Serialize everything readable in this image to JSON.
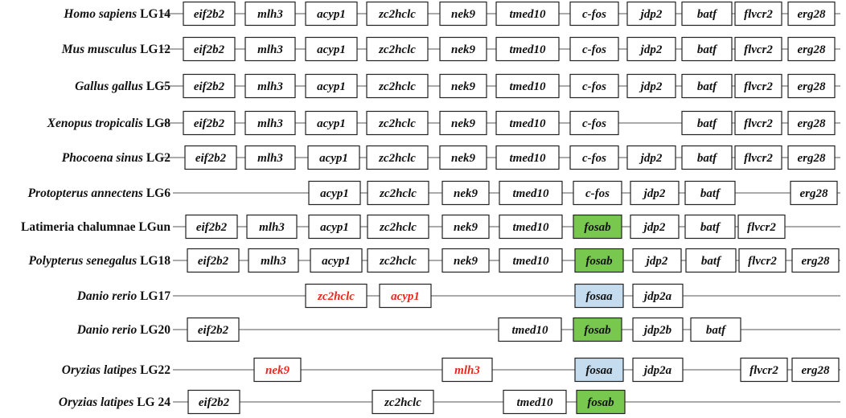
{
  "colors": {
    "text": "#111111",
    "box_default": "#ffffff",
    "box_fosab": "#78c850",
    "box_fosaa": "#c5dcef",
    "text_translocated": "#e8281e"
  },
  "rows": [
    {
      "genus_species": "Homo sapiens",
      "chromosome": "LG14",
      "genes": [
        {
          "name": "eif2b2",
          "style": "default"
        },
        {
          "name": "mlh3",
          "style": "default"
        },
        {
          "name": "acyp1",
          "style": "default"
        },
        {
          "name": "zc2hclc",
          "style": "default"
        },
        {
          "name": "nek9",
          "style": "default"
        },
        {
          "name": "tmed10",
          "style": "default"
        },
        {
          "name": "c-fos",
          "style": "default"
        },
        {
          "name": "jdp2",
          "style": "default"
        },
        {
          "name": "batf",
          "style": "default"
        },
        {
          "name": "flvcr2",
          "style": "default"
        },
        {
          "name": "erg28",
          "style": "default"
        }
      ]
    },
    {
      "genus_species": "Mus musculus",
      "chromosome": "LG12",
      "genes": [
        {
          "name": "eif2b2",
          "style": "default"
        },
        {
          "name": "mlh3",
          "style": "default"
        },
        {
          "name": "acyp1",
          "style": "default"
        },
        {
          "name": "zc2hclc",
          "style": "default"
        },
        {
          "name": "nek9",
          "style": "default"
        },
        {
          "name": "tmed10",
          "style": "default"
        },
        {
          "name": "c-fos",
          "style": "default"
        },
        {
          "name": "jdp2",
          "style": "default"
        },
        {
          "name": "batf",
          "style": "default"
        },
        {
          "name": "flvcr2",
          "style": "default"
        },
        {
          "name": "erg28",
          "style": "default"
        }
      ]
    },
    {
      "genus_species": "Gallus gallus",
      "chromosome": "LG5",
      "genes": [
        {
          "name": "eif2b2",
          "style": "default"
        },
        {
          "name": "mlh3",
          "style": "default"
        },
        {
          "name": "acyp1",
          "style": "default"
        },
        {
          "name": "zc2hclc",
          "style": "default"
        },
        {
          "name": "nek9",
          "style": "default"
        },
        {
          "name": "tmed10",
          "style": "default"
        },
        {
          "name": "c-fos",
          "style": "default"
        },
        {
          "name": "jdp2",
          "style": "default"
        },
        {
          "name": "batf",
          "style": "default"
        },
        {
          "name": "flvcr2",
          "style": "default"
        },
        {
          "name": "erg28",
          "style": "default"
        }
      ]
    },
    {
      "genus_species": "Xenopus tropicalis",
      "chromosome": "LG8",
      "genes": [
        {
          "name": "eif2b2",
          "style": "default"
        },
        {
          "name": "mlh3",
          "style": "default"
        },
        {
          "name": "acyp1",
          "style": "default"
        },
        {
          "name": "zc2hclc",
          "style": "default"
        },
        {
          "name": "nek9",
          "style": "default"
        },
        {
          "name": "tmed10",
          "style": "default"
        },
        {
          "name": "c-fos",
          "style": "default"
        },
        {
          "name": "batf",
          "style": "default"
        },
        {
          "name": "flvcr2",
          "style": "default"
        },
        {
          "name": "erg28",
          "style": "default"
        }
      ]
    },
    {
      "genus_species": "Phocoena sinus",
      "chromosome": "LG2",
      "genes": [
        {
          "name": "eif2b2",
          "style": "default"
        },
        {
          "name": "mlh3",
          "style": "default"
        },
        {
          "name": "acyp1",
          "style": "default"
        },
        {
          "name": "zc2hclc",
          "style": "default"
        },
        {
          "name": "nek9",
          "style": "default"
        },
        {
          "name": "tmed10",
          "style": "default"
        },
        {
          "name": "c-fos",
          "style": "default"
        },
        {
          "name": "jdp2",
          "style": "default"
        },
        {
          "name": "batf",
          "style": "default"
        },
        {
          "name": "flvcr2",
          "style": "default"
        },
        {
          "name": "erg28",
          "style": "default"
        }
      ]
    },
    {
      "genus_species": "Protopterus annectens",
      "chromosome": "LG6",
      "genes": [
        {
          "name": "acyp1",
          "style": "default"
        },
        {
          "name": "zc2hclc",
          "style": "default"
        },
        {
          "name": "nek9",
          "style": "default"
        },
        {
          "name": "tmed10",
          "style": "default"
        },
        {
          "name": "c-fos",
          "style": "default"
        },
        {
          "name": "jdp2",
          "style": "default"
        },
        {
          "name": "batf",
          "style": "default"
        },
        {
          "name": "erg28",
          "style": "default"
        }
      ]
    },
    {
      "genus_species": "",
      "label_plain": "Latimeria chalumnae  LGun",
      "chromosome": "",
      "genes": [
        {
          "name": "eif2b2",
          "style": "default"
        },
        {
          "name": "mlh3",
          "style": "default"
        },
        {
          "name": "acyp1",
          "style": "default"
        },
        {
          "name": "zc2hclc",
          "style": "default"
        },
        {
          "name": "nek9",
          "style": "default"
        },
        {
          "name": "tmed10",
          "style": "default"
        },
        {
          "name": "fosab",
          "style": "fosab"
        },
        {
          "name": "jdp2",
          "style": "default"
        },
        {
          "name": "batf",
          "style": "default"
        },
        {
          "name": "flvcr2",
          "style": "default"
        }
      ]
    },
    {
      "genus_species": "Polypterus senegalus",
      "chromosome": "LG18",
      "genes": [
        {
          "name": "eif2b2",
          "style": "default"
        },
        {
          "name": "mlh3",
          "style": "default"
        },
        {
          "name": "acyp1",
          "style": "default"
        },
        {
          "name": "zc2hclc",
          "style": "default"
        },
        {
          "name": "nek9",
          "style": "default"
        },
        {
          "name": "tmed10",
          "style": "default"
        },
        {
          "name": "fosab",
          "style": "fosab"
        },
        {
          "name": "jdp2",
          "style": "default"
        },
        {
          "name": "batf",
          "style": "default"
        },
        {
          "name": "flvcr2",
          "style": "default"
        },
        {
          "name": "erg28",
          "style": "default"
        }
      ]
    },
    {
      "genus_species": "Danio rerio",
      "chromosome": "LG17",
      "genes": [
        {
          "name": "zc2hclc",
          "style": "moved"
        },
        {
          "name": "acyp1",
          "style": "moved"
        },
        {
          "name": "fosaa",
          "style": "fosaa"
        },
        {
          "name": "jdp2a",
          "style": "default"
        }
      ]
    },
    {
      "genus_species": "Danio rerio",
      "chromosome": "LG20",
      "genes": [
        {
          "name": "eif2b2",
          "style": "default"
        },
        {
          "name": "tmed10",
          "style": "default"
        },
        {
          "name": "fosab",
          "style": "fosab"
        },
        {
          "name": "jdp2b",
          "style": "default"
        },
        {
          "name": "batf",
          "style": "default"
        }
      ]
    },
    {
      "genus_species": "Oryzias latipes",
      "chromosome": "LG22",
      "genes": [
        {
          "name": "nek9",
          "style": "moved"
        },
        {
          "name": "mlh3",
          "style": "moved"
        },
        {
          "name": "fosaa",
          "style": "fosaa"
        },
        {
          "name": "jdp2a",
          "style": "default"
        },
        {
          "name": "flvcr2",
          "style": "default"
        },
        {
          "name": "erg28",
          "style": "default"
        }
      ]
    },
    {
      "genus_species": "Oryzias latipes",
      "chromosome": "LG 24",
      "genes": [
        {
          "name": "eif2b2",
          "style": "default"
        },
        {
          "name": "zc2hclc",
          "style": "default"
        },
        {
          "name": "tmed10",
          "style": "default"
        },
        {
          "name": "fosab",
          "style": "fosab"
        }
      ]
    }
  ]
}
